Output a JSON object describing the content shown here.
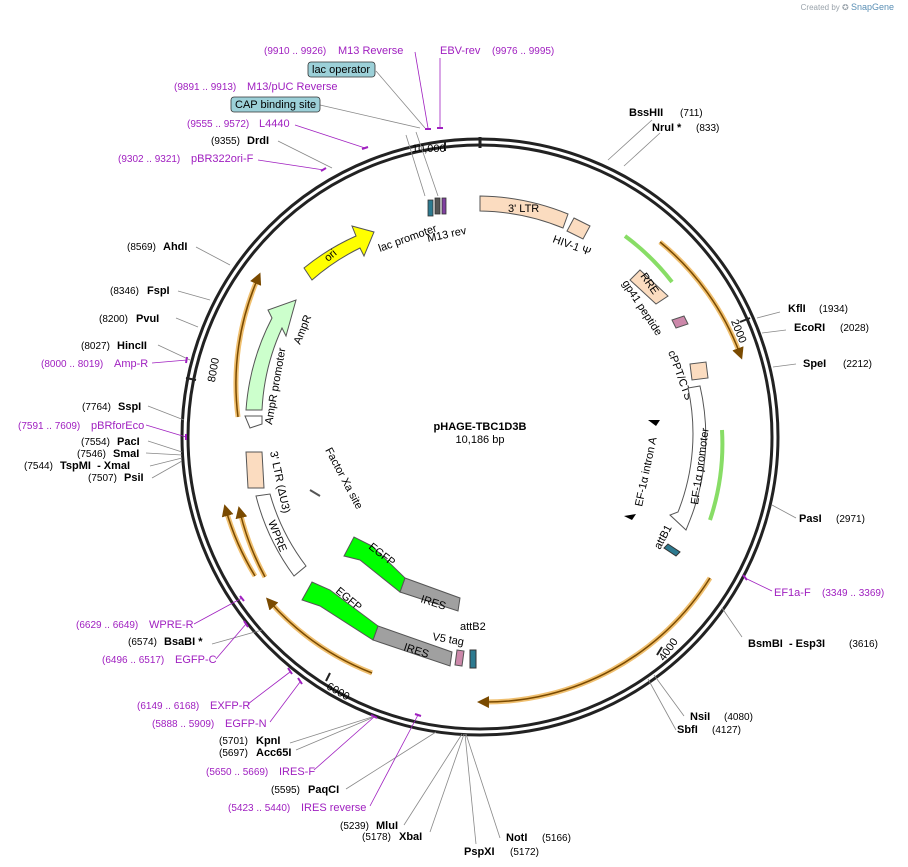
{
  "credit": {
    "prefix": "Created by",
    "brand": "SnapGene"
  },
  "plasmid": {
    "name": "pHAGE-TBC1D3B",
    "length_label": "10,186 bp"
  },
  "ruler": [
    {
      "label": "10,000"
    },
    {
      "label": "2000"
    },
    {
      "label": "4000"
    },
    {
      "label": "6000"
    },
    {
      "label": "8000"
    }
  ],
  "sites": [
    {
      "name": "BssHII",
      "coord": "(711)"
    },
    {
      "name": "NruI *",
      "coord": "(833)"
    },
    {
      "name": "KflI",
      "coord": "(1934)"
    },
    {
      "name": "EcoRI",
      "coord": "(2028)"
    },
    {
      "name": "SpeI",
      "coord": "(2212)"
    },
    {
      "name": "PasI",
      "coord": "(2971)"
    },
    {
      "name": "BsmBI  - Esp3I",
      "coord": "(3616)"
    },
    {
      "name": "NsiI",
      "coord": "(4080)"
    },
    {
      "name": "SbfI",
      "coord": "(4127)"
    },
    {
      "name": "NotI",
      "coord": "(5166)"
    },
    {
      "name": "PspXI",
      "coord": "(5172)"
    },
    {
      "name": "XbaI",
      "coord": "(5178)"
    },
    {
      "name": "MluI",
      "coord": "(5239)"
    },
    {
      "name": "PaqCI",
      "coord": "(5595)"
    },
    {
      "name": "Acc65I",
      "coord": "(5697)"
    },
    {
      "name": "KpnI",
      "coord": "(5701)"
    },
    {
      "name": "BsaBI *",
      "coord": "(6574)"
    },
    {
      "name": "PsiI",
      "coord": "(7507)"
    },
    {
      "name": "TspMI  - XmaI",
      "coord": "(7544)"
    },
    {
      "name": "SmaI",
      "coord": "(7546)"
    },
    {
      "name": "PacI",
      "coord": "(7554)"
    },
    {
      "name": "SspI",
      "coord": "(7764)"
    },
    {
      "name": "HincII",
      "coord": "(8027)"
    },
    {
      "name": "PvuI",
      "coord": "(8200)"
    },
    {
      "name": "FspI",
      "coord": "(8346)"
    },
    {
      "name": "AhdI",
      "coord": "(8569)"
    },
    {
      "name": "DrdI",
      "coord": "(9355)"
    }
  ],
  "primers": [
    {
      "name": "M13 Reverse",
      "coord": "(9910 .. 9926)"
    },
    {
      "name": "EBV-rev",
      "coord": "(9976 .. 9995)"
    },
    {
      "name": "M13/pUC Reverse",
      "coord": "(9891 .. 9913)"
    },
    {
      "name": "L4440",
      "coord": "(9555 .. 9572)"
    },
    {
      "name": "pBR322ori-F",
      "coord": "(9302 .. 9321)"
    },
    {
      "name": "Amp-R",
      "coord": "(8000 .. 8019)"
    },
    {
      "name": "pBRforEco",
      "coord": "(7591 .. 7609)"
    },
    {
      "name": "WPRE-R",
      "coord": "(6629 .. 6649)"
    },
    {
      "name": "EGFP-C",
      "coord": "(6496 .. 6517)"
    },
    {
      "name": "EXFP-R",
      "coord": "(6149 .. 6168)"
    },
    {
      "name": "EGFP-N",
      "coord": "(5888 .. 5909)"
    },
    {
      "name": "IRES-F",
      "coord": "(5650 .. 5669)"
    },
    {
      "name": "IRES reverse",
      "coord": "(5423 .. 5440)"
    },
    {
      "name": "EF1a-F",
      "coord": "(3349 .. 3369)"
    }
  ],
  "boxed_features": [
    {
      "name": "lac operator"
    },
    {
      "name": "CAP binding site"
    }
  ],
  "features": {
    "ltr3": "3' LTR",
    "hiv_psi": "HIV-1 Ψ",
    "rre": "RRE",
    "gp41": "gp41 peptide",
    "cppt": "cPPT/CTS",
    "ef1a_intron": "EF-1α intron A",
    "ef1a_promoter": "EF-1α promoter",
    "attb1": "attB1",
    "attb2": "attB2",
    "v5": "V5 tag",
    "ires1": "IRES",
    "ires2": "IRES",
    "egfp1": "EGFP",
    "egfp2": "EGFP",
    "factor_xa": "Factor Xa site",
    "wpre": "WPRE",
    "ltr3_du3": "3' LTR (ΔU3)",
    "ampr_promoter": "AmpR promoter",
    "ampr": "AmpR",
    "ori": "ori",
    "lac_promoter": "lac promoter",
    "m13_rev": "M13 rev"
  },
  "colors": {
    "primer": "#a020c0",
    "ltr": "#fbdcc0",
    "ori": "#ffff00",
    "ampr": "#ccffcc",
    "egfp": "#00ff00",
    "ires": "#a0a0a0",
    "rre": "#fbdcc0",
    "orf_ring": "#f0a830"
  }
}
